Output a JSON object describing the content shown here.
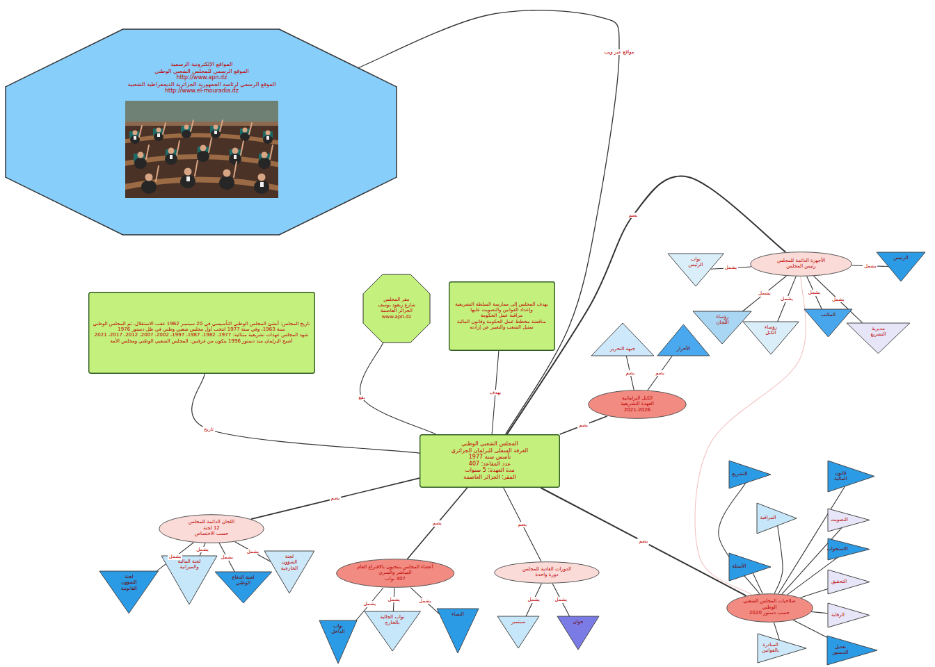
{
  "diagram": {
    "nodes": [
      {
        "text": [
          "المجلس الشعبي الوطني",
          "الغرفة السفلى للبرلمان الجزائري",
          "تأسس سنة 1977",
          "عدد المقاعد: 407",
          "مدة العهدة: 5 سنوات",
          "المقر: الجزائر العاصمة"
        ]
      },
      {
        "text": [
          "المواقع الإلكترونية الرسمية",
          "الموقع الرسمي للمجلس الشعبي الوطني",
          "http://www.apn.dz",
          "الموقع الرسمي لرئاسة الجمهورية الجزائرية الديمقراطية الشعبية",
          "http://www.el-mouradia.dz"
        ]
      },
      {
        "text": [
          "تاريخ المجلس: أنشئ المجلس الوطني التأسيسي في 20 سبتمبر 1962 عقب الاستقلال، ثم المجلس الوطني سنة 1963، وفي سنة 1977 انتخب أول مجلس شعبي وطني في ظل دستور 1976",
          "شهد المجلس عهدات تشريعية متتالية: 1977، 1982، 1987، 1997، 2002، 2007، 2012، 2017، 2021",
          "أصبح البرلمان منذ دستور 1996 يتكون من غرفتين: المجلس الشعبي الوطني ومجلس الأمة"
        ]
      },
      {
        "text": [
          "مقر المجلس",
          "شارع زيغود يوسف",
          "الجزائر العاصمة",
          "www.apn.dz"
        ]
      },
      {
        "text": [
          "يهدف المجلس إلى ممارسة السلطة التشريعية وإعداد القوانين والتصويت عليها",
          "مراقبة عمل الحكومة",
          "مناقشة مخطط عمل الحكومة وقانون المالية",
          "تمثيل الشعب والتعبير عن إرادته"
        ]
      },
      {
        "text": [
          "الكتل البرلمانية",
          "العهدة التشريعية",
          "2021-2026"
        ]
      },
      {
        "text": [
          "جبهة التحرير"
        ]
      },
      {
        "text": [
          "الأحرار"
        ]
      },
      {
        "text": [
          "الأجهزة الدائمة للمجلس",
          "رئيس المجلس"
        ]
      },
      {
        "text": [
          "نواب الرئيس"
        ]
      },
      {
        "text": [
          "رؤساء اللجان"
        ]
      },
      {
        "text": [
          "رؤساء الكتل"
        ]
      },
      {
        "text": [
          "المكتب"
        ]
      },
      {
        "text": [
          "مديرية التشريع"
        ]
      },
      {
        "text": [
          "الرئيس"
        ]
      },
      {
        "text": [
          "اللجان الدائمة للمجلس",
          "12 لجنة",
          "حسب الاختصاص"
        ]
      },
      {
        "text": [
          "لجنة الشؤون القانونية"
        ]
      },
      {
        "text": [
          "لجنة المالية والميزانية"
        ]
      },
      {
        "text": [
          "لجنة الدفاع الوطني"
        ]
      },
      {
        "text": [
          "لجنة الشؤون الخارجية"
        ]
      },
      {
        "text": [
          "أعضاء المجلس ينتخبون بالاقتراع العام المباشر والسري",
          "407 نواب"
        ]
      },
      {
        "text": [
          "نواب الداخل"
        ]
      },
      {
        "text": [
          "نواب الجالية بالخارج"
        ]
      },
      {
        "text": [
          "النساء"
        ]
      },
      {
        "text": [
          "الدورات العادية للمجلس",
          "دورة واحدة"
        ]
      },
      {
        "text": [
          "سبتمبر"
        ]
      },
      {
        "text": [
          "جوان"
        ]
      },
      {
        "text": [
          "صلاحيات المجلس الشعبي الوطني",
          "حسب دستور 2020"
        ]
      },
      {
        "text": [
          "التشريع"
        ]
      },
      {
        "text": [
          "المراقبة"
        ]
      },
      {
        "text": [
          "الأسئلة"
        ]
      },
      {
        "text": [
          "قانون المالية"
        ]
      },
      {
        "text": [
          "التصويت"
        ]
      },
      {
        "text": [
          "الاستجواب"
        ]
      },
      {
        "text": [
          "التحقيق"
        ]
      },
      {
        "text": [
          "الرقابة"
        ]
      },
      {
        "text": [
          "المبادرة بالقوانين"
        ]
      },
      {
        "text": [
          "تعديل الدستور"
        ]
      }
    ],
    "edges": [
      {
        "from": 0,
        "to": 1,
        "label": "مواقع عبر ويب",
        "arrow": "none"
      },
      {
        "from": 0,
        "to": 2,
        "label": "تاريخ",
        "arrow": "none"
      },
      {
        "from": 0,
        "to": 3,
        "label": "يقع",
        "arrow": "none"
      },
      {
        "from": 0,
        "to": 4,
        "label": "يهدف",
        "arrow": "none"
      },
      {
        "from": 0,
        "to": 5,
        "label": "يضم",
        "arrow": "none"
      },
      {
        "from": 0,
        "to": 8,
        "label": "يضم",
        "arrow": "none"
      },
      {
        "from": 0,
        "to": 15,
        "label": "يضم",
        "arrow": "none"
      },
      {
        "from": 0,
        "to": 20,
        "label": "يضم",
        "arrow": "none"
      },
      {
        "from": 0,
        "to": 24,
        "label": "يضم",
        "arrow": "none"
      },
      {
        "from": 0,
        "to": 27,
        "label": "يضم",
        "arrow": "none"
      },
      {
        "from": 5,
        "to": 6,
        "label": "يضم",
        "arrow": "none"
      },
      {
        "from": 5,
        "to": 7,
        "label": "يضم",
        "arrow": "none"
      },
      {
        "from": 8,
        "to": 9,
        "label": "يشمل",
        "arrow": "none"
      },
      {
        "from": 8,
        "to": 10,
        "label": "يشمل",
        "arrow": "none"
      },
      {
        "from": 8,
        "to": 11,
        "label": "يشمل",
        "arrow": "none"
      },
      {
        "from": 8,
        "to": 12,
        "label": "يشمل",
        "arrow": "none"
      },
      {
        "from": 8,
        "to": 13,
        "label": "يشمل",
        "arrow": "none"
      },
      {
        "from": 8,
        "to": 14,
        "label": "يشمل",
        "arrow": "none"
      },
      {
        "from": 15,
        "to": 16,
        "label": "يشمل",
        "arrow": "none"
      },
      {
        "from": 15,
        "to": 17,
        "label": "يشمل",
        "arrow": "none"
      },
      {
        "from": 15,
        "to": 18,
        "label": "يشمل",
        "arrow": "none"
      },
      {
        "from": 15,
        "to": 19,
        "label": "يشمل",
        "arrow": "none"
      },
      {
        "from": 20,
        "to": 21,
        "label": "يشمل",
        "arrow": "none"
      },
      {
        "from": 20,
        "to": 22,
        "label": "يشمل",
        "arrow": "none"
      },
      {
        "from": 20,
        "to": 23,
        "label": "يشمل",
        "arrow": "none"
      },
      {
        "from": 24,
        "to": 25,
        "label": "يشمل",
        "arrow": "none"
      },
      {
        "from": 24,
        "to": 26,
        "label": "يشمل",
        "arrow": "none"
      },
      {
        "from": 27,
        "to": 28,
        "arrow": "none"
      },
      {
        "from": 27,
        "to": 29,
        "arrow": "none"
      },
      {
        "from": 27,
        "to": 30,
        "arrow": "none"
      },
      {
        "from": 27,
        "to": 31,
        "arrow": "none"
      },
      {
        "from": 27,
        "to": 32,
        "arrow": "none"
      },
      {
        "from": 27,
        "to": 33,
        "arrow": "none"
      },
      {
        "from": 27,
        "to": 34,
        "arrow": "none"
      },
      {
        "from": 27,
        "to": 35,
        "arrow": "none"
      },
      {
        "from": 27,
        "to": 36,
        "arrow": "none"
      },
      {
        "from": 27,
        "to": 37,
        "arrow": "none"
      },
      {
        "from": 8,
        "to": 27,
        "arrow": "none"
      }
    ]
  }
}
